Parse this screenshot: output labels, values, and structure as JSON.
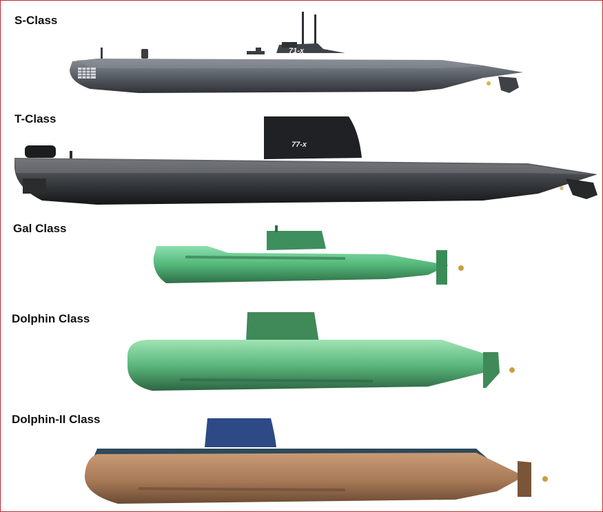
{
  "classes": [
    {
      "label": "S-Class",
      "hull_number": "71-x",
      "colors": {
        "hull": "#5f646c",
        "deck": "#7b8088",
        "sail": "#3c4046",
        "keel": "#2a2d31"
      }
    },
    {
      "label": "T-Class",
      "hull_number": "77-x",
      "colors": {
        "hull": "#3b3e42",
        "deck": "#5a5e62",
        "sail": "#1f2124",
        "keel": "#161718"
      }
    },
    {
      "label": "Gal Class",
      "colors": {
        "hull": "#53b87a",
        "deck": "#6fcf94",
        "sail": "#3e8f5d",
        "keel": "#2f6e47"
      }
    },
    {
      "label": "Dolphin Class",
      "colors": {
        "hull": "#5bb77c",
        "deck": "#7fd29b",
        "sail": "#3f8a58",
        "keel": "#2d6542"
      }
    },
    {
      "label": "Dolphin-II Class",
      "colors": {
        "hull": "#a77a57",
        "deck": "#2f4a5a",
        "sail": "#2d4a86",
        "keel": "#6b4a33"
      }
    }
  ]
}
